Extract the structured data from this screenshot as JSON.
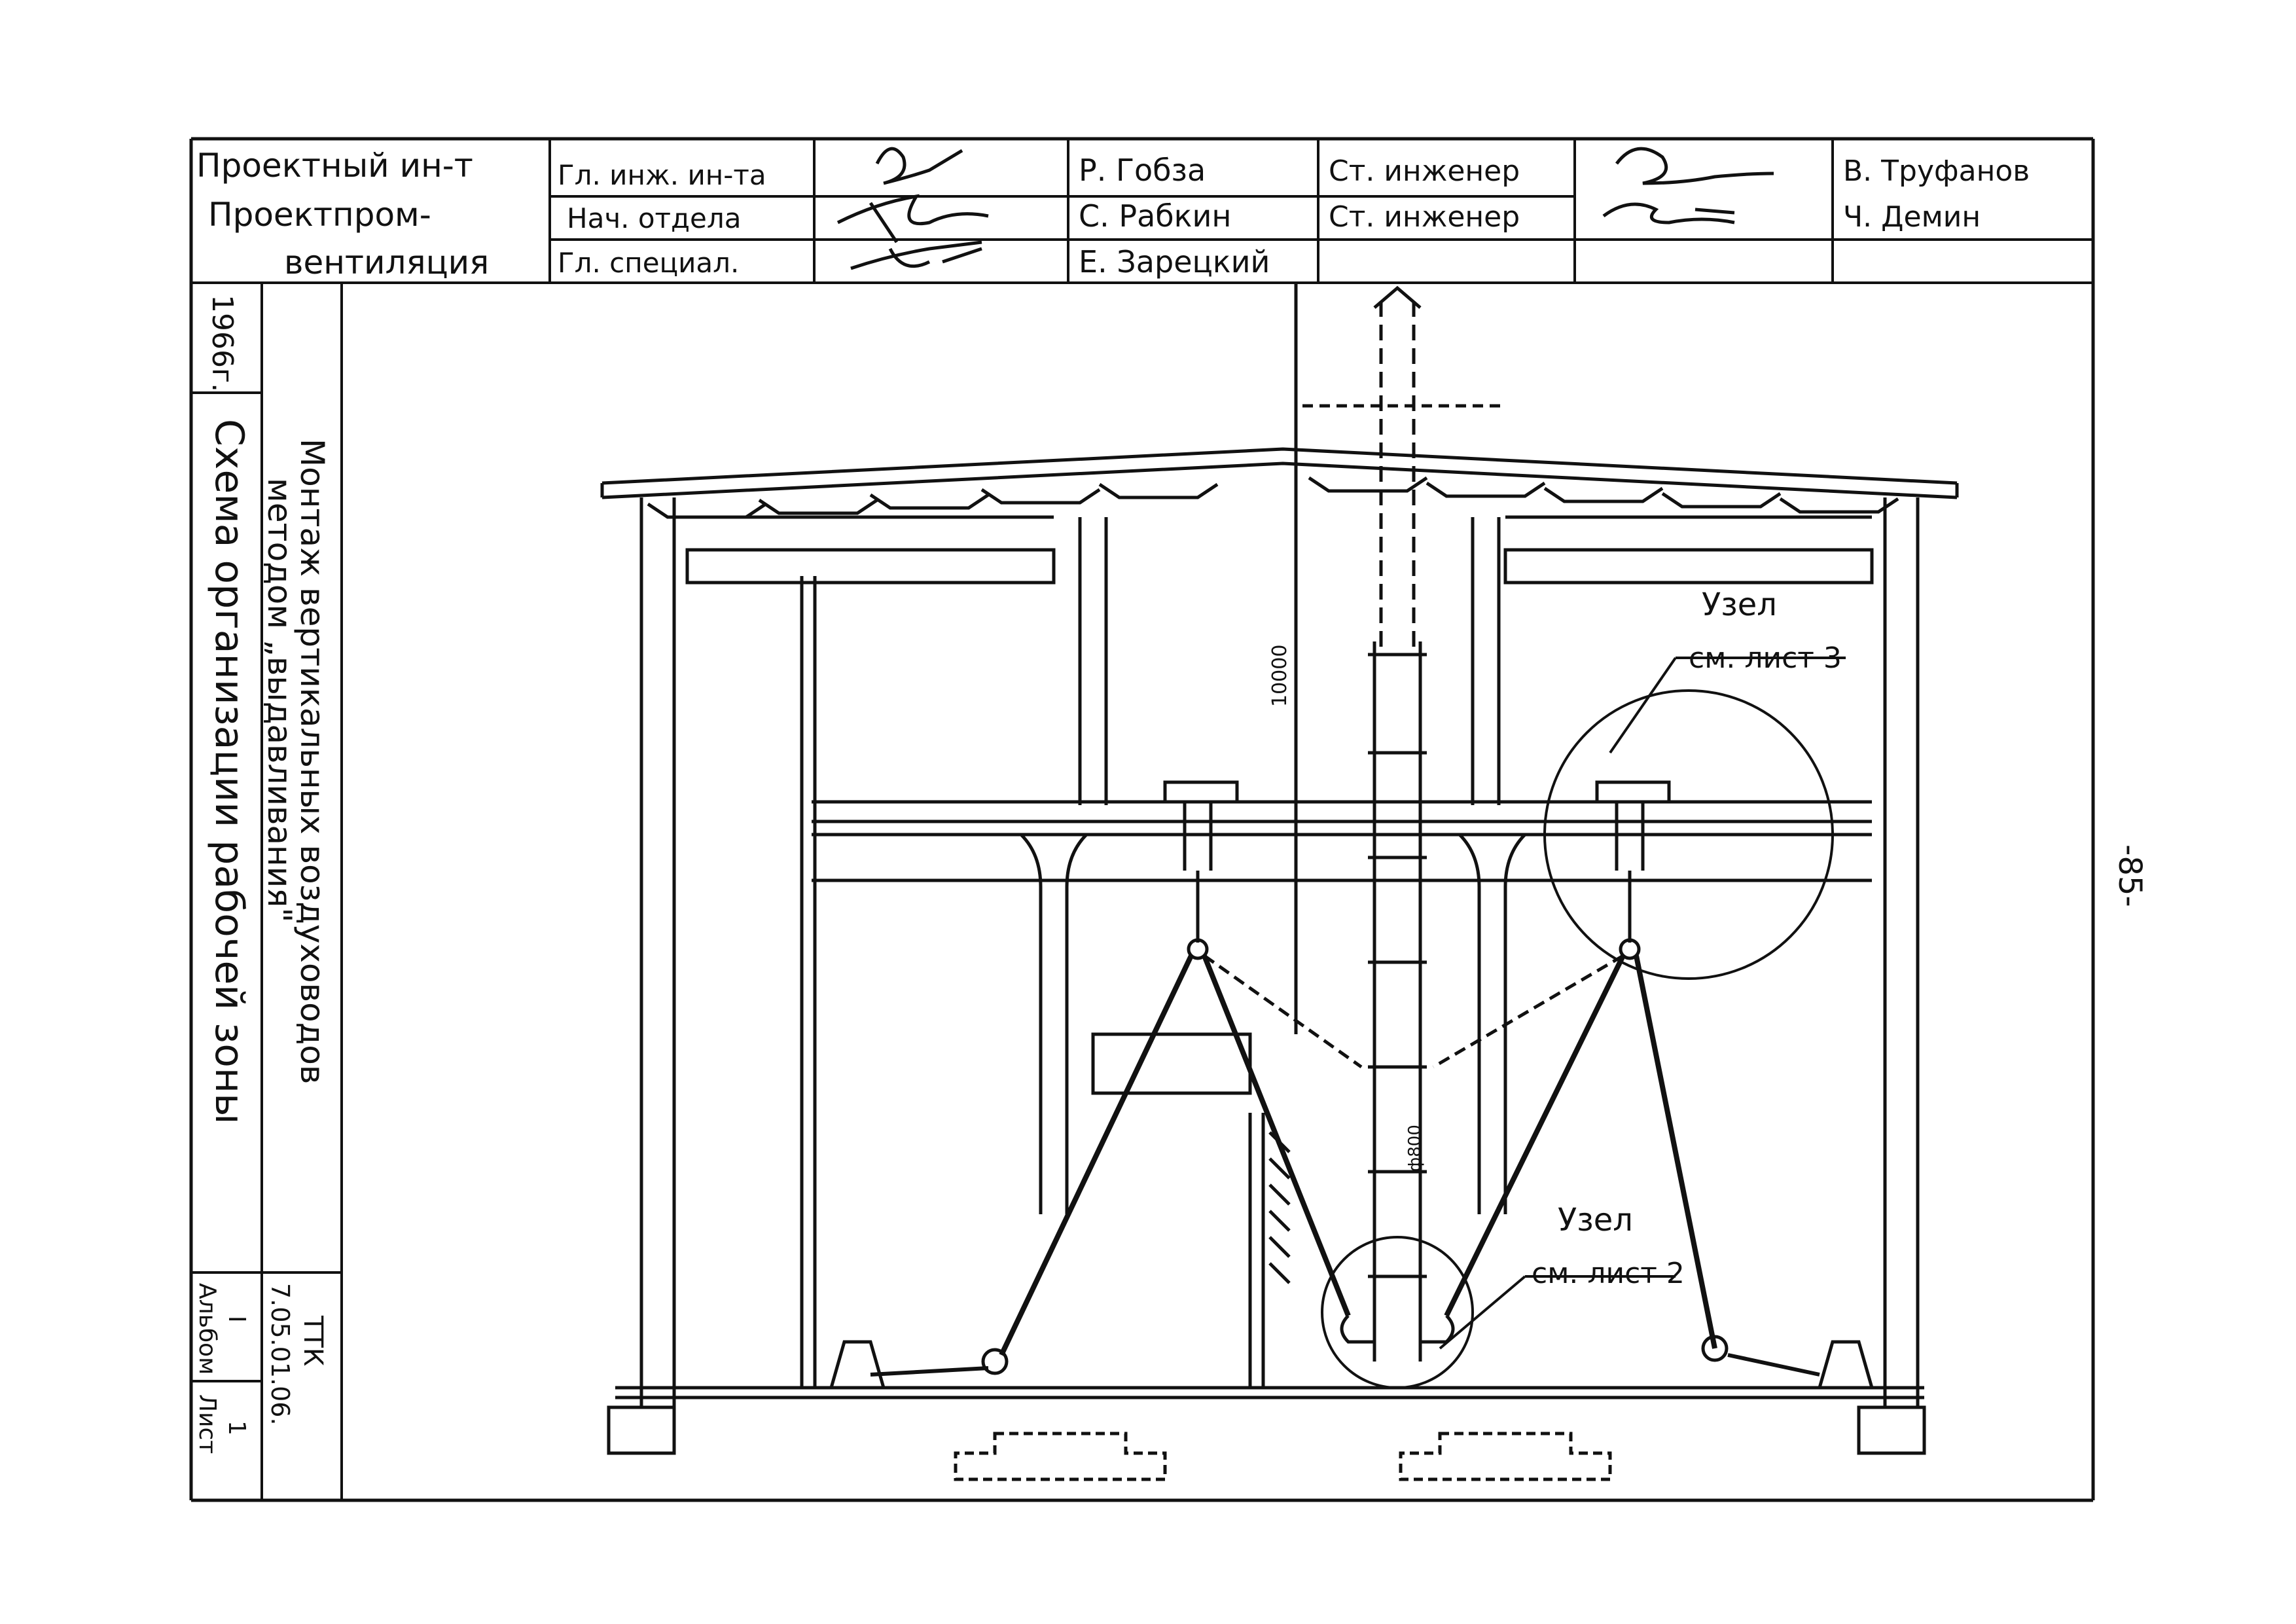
{
  "title_block": {
    "org_line1": "Проектный ин-т",
    "org_line2": "Проектпром-",
    "org_line3": "вентиляция",
    "role1": "Гл. инж. ин-та",
    "role2": "Нач. отдела",
    "role3": "Гл. специал.",
    "name1": "Р. Гобза",
    "name2": "С. Рабкин",
    "name3": "Е. Зарецкий",
    "role4": "Ст. инженер",
    "role5": "Ст. инженер",
    "name4": "В. Труфанов",
    "name5": "Ч. Демин"
  },
  "side_strip": {
    "year": "1966г.",
    "drawing_title": "Схема организации рабочей зоны",
    "subject_line1": "Монтаж вертикальных воздуховодов",
    "subject_line2": "методом „выдавливания\"",
    "album_label": "Альбом",
    "album_value": "I",
    "code_line1": "ТТК",
    "code_line2": "7.05.01.06.",
    "sheet_label": "Лист",
    "sheet_value": "1"
  },
  "annotations": {
    "node_top_label": "Узел",
    "node_top_ref": "см. лист 3",
    "node_bottom_label": "Узел",
    "node_bottom_ref": "см. лист 2",
    "height_dim": "10000",
    "diameter_dim": "ф800",
    "page_number": "-85-"
  }
}
